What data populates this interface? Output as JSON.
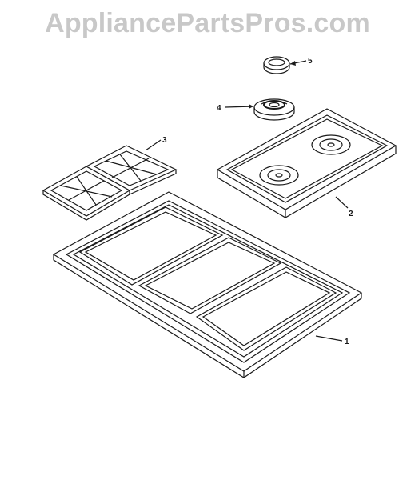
{
  "watermark": {
    "text": "AppliancePartsPros.com",
    "color": "#c8c8c8"
  },
  "callouts": [
    {
      "id": "part-1",
      "label": "1"
    },
    {
      "id": "part-2",
      "label": "2"
    },
    {
      "id": "part-3",
      "label": "3"
    },
    {
      "id": "part-4",
      "label": "4"
    },
    {
      "id": "part-5",
      "label": "5"
    }
  ],
  "line_color": "#1a1a1a"
}
